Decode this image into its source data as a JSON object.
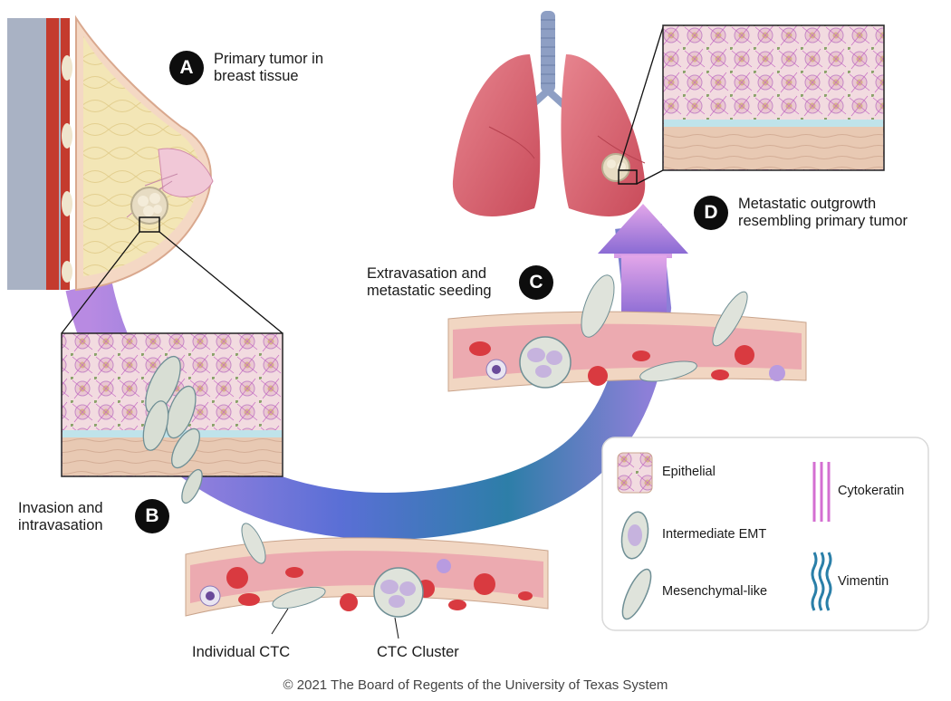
{
  "stages": {
    "A": {
      "badge": "A",
      "label_line1": "Primary tumor in",
      "label_line2": "breast tissue"
    },
    "B": {
      "badge": "B",
      "label_line1": "Invasion and",
      "label_line2": "intravasation"
    },
    "C": {
      "badge": "C",
      "label_line1": "Extravasation and",
      "label_line2": "metastatic seeding"
    },
    "D": {
      "badge": "D",
      "label_line1": "Metastatic outgrowth",
      "label_line2": "resembling primary tumor"
    }
  },
  "vessel_labels": {
    "individual": "Individual CTC",
    "cluster": "CTC Cluster"
  },
  "legend": {
    "cells": [
      {
        "label": "Epithelial"
      },
      {
        "label": "Intermediate EMT"
      },
      {
        "label": "Mesenchymal-like"
      }
    ],
    "markers": [
      {
        "label": "Cytokeratin",
        "color": "#d46fd2"
      },
      {
        "label": "Vimentin",
        "color": "#2a7fa8"
      }
    ]
  },
  "credit": "© 2021 The Board of Regents of the University of Texas System",
  "colors": {
    "arrow_start": "#c58be0",
    "arrow_mid": "#6a7fd8",
    "arrow_end": "#2d83a8",
    "vessel_wall": "#f1d6c2",
    "blood": "#e69096",
    "rbc": "#d9343b",
    "lung": "#d8616d",
    "tissue": "#f0c9b4"
  }
}
